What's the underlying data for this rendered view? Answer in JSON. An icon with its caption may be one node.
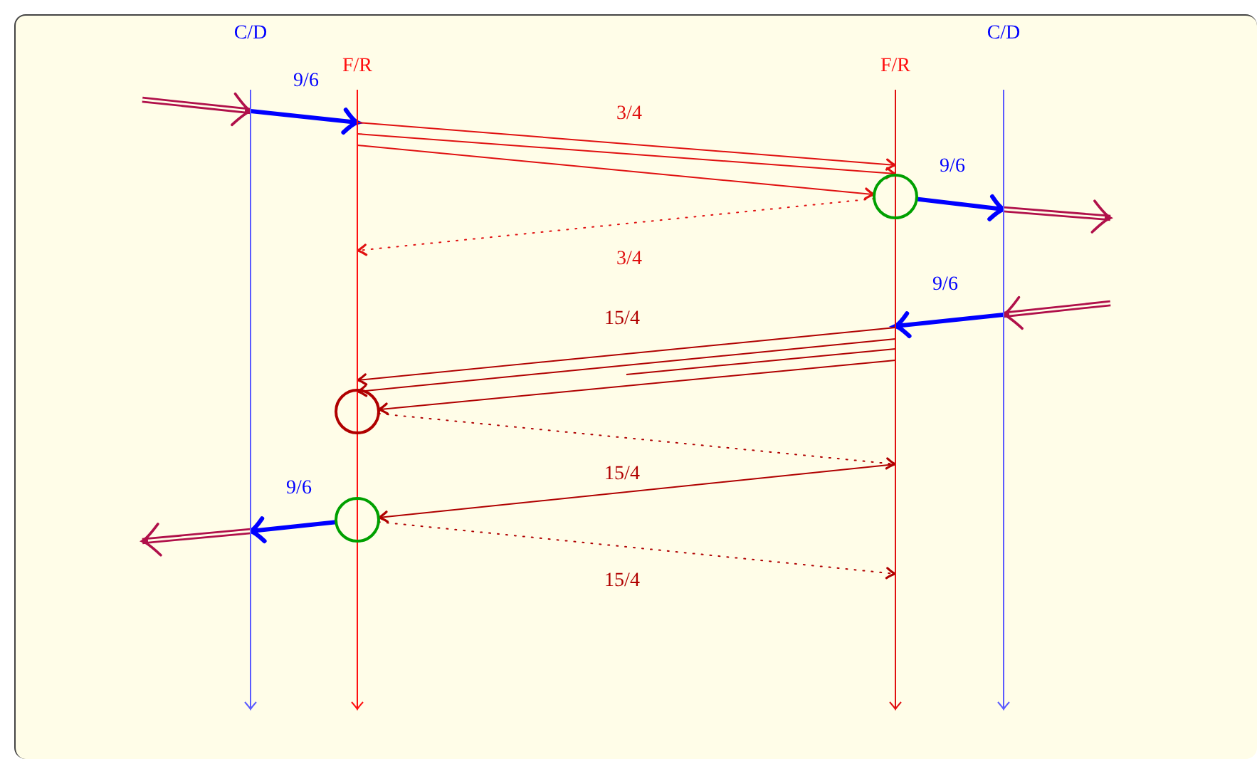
{
  "diagram": {
    "nodes": [
      {
        "text": [
          "C/D"
        ]
      },
      {
        "text": [
          "C/D"
        ]
      },
      {
        "text": [
          "F/R"
        ]
      },
      {
        "text": [
          "F/R"
        ]
      },
      {
        "text": [],
        "shape": "circle"
      },
      {
        "text": [],
        "shape": "circle"
      },
      {
        "text": [],
        "shape": "circle"
      }
    ],
    "edges": [
      {
        "from": null,
        "to": 0,
        "arrow": "to",
        "style": "thick",
        "color": "#b0104a"
      },
      {
        "from": 0,
        "to": 2,
        "arrow": "to",
        "label": "9/6",
        "style": "thick",
        "color": "#0000ff"
      },
      {
        "from": 2,
        "to": 3,
        "arrow": "to",
        "label": "3/4",
        "color": "#e01010"
      },
      {
        "from": 2,
        "to": 3,
        "arrow": "to",
        "color": "#e01010"
      },
      {
        "from": 2,
        "to": 4,
        "arrow": "to",
        "color": "#e01010"
      },
      {
        "from": 4,
        "to": 2,
        "arrow": "to",
        "label": "3/4",
        "style": "dashed",
        "color": "#e01010"
      },
      {
        "from": 4,
        "to": 1,
        "arrow": "to",
        "label": "9/6",
        "style": "thick",
        "color": "#0000ff"
      },
      {
        "from": 1,
        "to": null,
        "arrow": "to",
        "style": "thick",
        "color": "#b0104a"
      },
      {
        "from": null,
        "to": 1,
        "arrow": "to",
        "style": "thick",
        "color": "#b0104a"
      },
      {
        "from": 1,
        "to": 3,
        "arrow": "to",
        "label": "9/6",
        "style": "thick",
        "color": "#0000ff"
      },
      {
        "from": 3,
        "to": 2,
        "arrow": "to",
        "label": "15/4"
      },
      {
        "from": 3,
        "to": 2,
        "arrow": "to"
      },
      {
        "from": 3,
        "to": null,
        "arrow": "none"
      },
      {
        "from": 3,
        "to": 5,
        "arrow": "to"
      },
      {
        "from": 5,
        "to": 3,
        "arrow": "to",
        "style": "dashed"
      },
      {
        "from": 3,
        "to": 6,
        "arrow": "to",
        "label": "15/4"
      },
      {
        "from": 6,
        "to": 0,
        "arrow": "to",
        "label": "9/6",
        "style": "thick",
        "color": "#0000ff"
      },
      {
        "from": 0,
        "to": null,
        "arrow": "to",
        "style": "thick",
        "color": "#b0104a"
      },
      {
        "from": 6,
        "to": 3,
        "arrow": "to",
        "label": "15/4",
        "style": "dashed"
      }
    ]
  }
}
